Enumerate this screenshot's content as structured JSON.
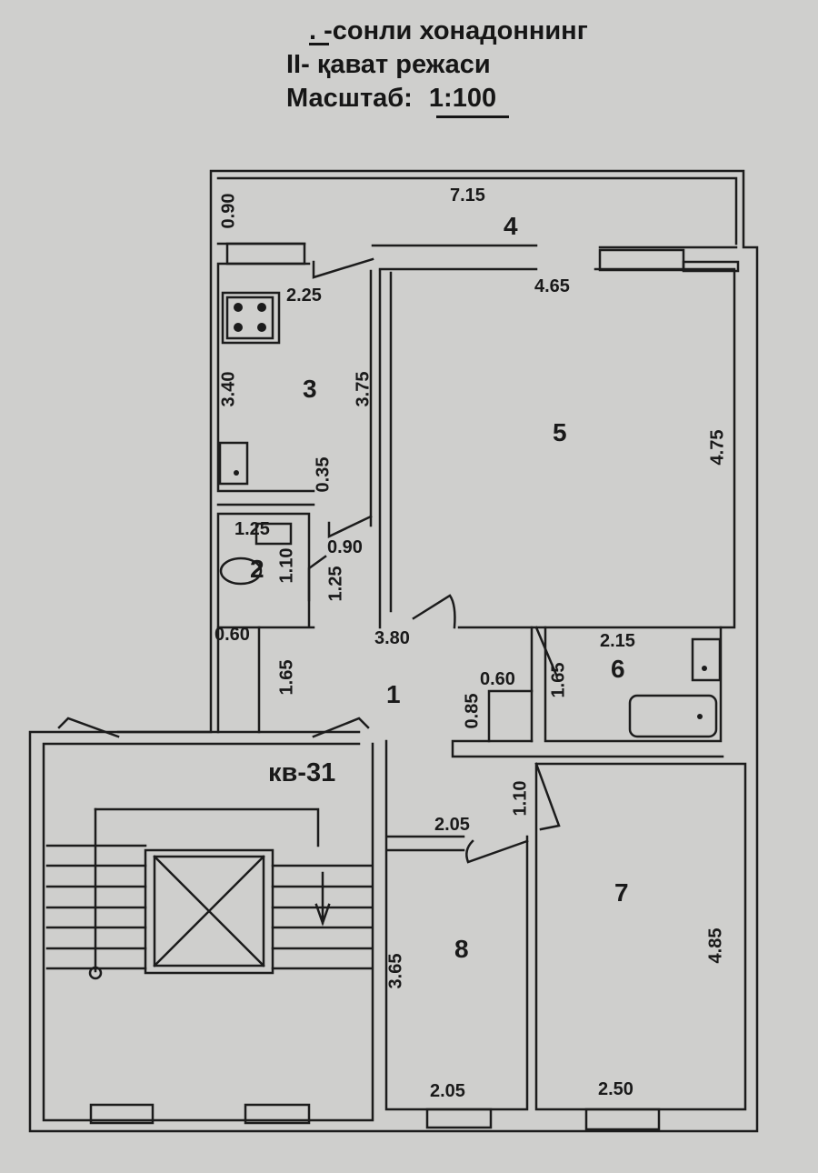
{
  "title": {
    "line1": ". -сонли хонадоннинг",
    "line2": "II- қават режаси",
    "line3_label": "Масштаб:",
    "line3_value": "1:100"
  },
  "apartment_label": "кв-31",
  "rooms": {
    "r1": "1",
    "r2": "2",
    "r3": "3",
    "r4": "4",
    "r5": "5",
    "r6": "6",
    "r7": "7",
    "r8": "8"
  },
  "dimensions": {
    "balcony_height": "0.90",
    "balcony_length": "7.15",
    "kitchen_width": "2.25",
    "kitchen_length": "3.40",
    "corridor_length": "3.75",
    "bath_gap": "0.35",
    "wc_width": "1.25",
    "wc_length": "1.10",
    "wc_door": "0.90",
    "wc_side": "1.25",
    "room5_width": "4.65",
    "room5_length": "4.75",
    "hall_width": "3.80",
    "niche_width": "0.60",
    "niche_length": "1.65",
    "closet_width": "0.60",
    "closet_length": "0.85",
    "bath_width": "2.15",
    "bath_length": "1.65",
    "door_passage": "1.10",
    "room8_top": "2.05",
    "room8_length": "3.65",
    "room8_bottom": "2.05",
    "room7_length": "4.85",
    "room7_bottom": "2.50"
  }
}
